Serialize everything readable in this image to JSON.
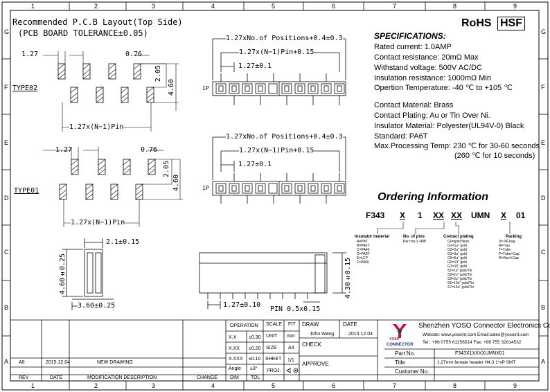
{
  "border": {
    "cols": [
      "1",
      "2",
      "3",
      "4",
      "5",
      "6",
      "7",
      "8",
      "9"
    ],
    "rows": [
      "G",
      "F",
      "E",
      "D",
      "C",
      "B",
      "A"
    ]
  },
  "pcb": {
    "title_line1": "Recommended P.C.B Layout(Top Side)",
    "title_line2": "(PCB BOARD TOLERANCE±0.05)",
    "type02": "TYPE02",
    "type01": "TYPE01",
    "dim_127": "1.27",
    "dim_076": "0.76",
    "dim_205": "2.05",
    "dim_460": "4.60",
    "dim_pin": "1.27x(N−1)Pin"
  },
  "front": {
    "positions": "1.27xNo.of Positions+0.4±0.3",
    "pin": "1.27x(N−1)Pin+0.15",
    "d01": "1.27±0.1",
    "label_1p": "1P"
  },
  "side": {
    "d21": "2.1±0.15",
    "d460": "4.60±0.25",
    "d360": "3.60±0.25",
    "d430": "4.30±0.15",
    "d127": "1.27±0.10",
    "pin": "PIN  0.5x0.15"
  },
  "specs": {
    "rohs": "RoHS",
    "hsf": "HSF",
    "heading": "SPECIFICATIONS:",
    "lines": [
      "Rated current: 1.0AMP",
      "Contact resistance: 20mΩ Max",
      "Withstand voltage: 500V AC/DC",
      "Insulation resistance: 1000mΩ Min",
      "Opertion Temperature: -40 ℃  to +105 ℃"
    ],
    "lines2": [
      "Contact Material: Brass",
      "Contact Plating: Au or Tin Over Ni.",
      "Insulator Material: Polyester(UL94V-0) Black",
      "Standard: PA6T",
      "Max.Processing Temp: 230 ℃  for 30-60 seconds",
      "(260 ℃  for 10 seconds)"
    ]
  },
  "ordering": {
    "title": "Ordering Information",
    "code": [
      "F343",
      "X",
      "1",
      "XX",
      "XX",
      "UMN",
      "X",
      "01"
    ],
    "insulator": {
      "title": "Insulator material",
      "items": [
        "A=PBT",
        "B=PA6T",
        "C=PA46",
        "D=PA9T",
        "E=LCP",
        "F=PA66"
      ]
    },
    "pins": {
      "title": "No. of pins",
      "items": [
        "Per row:1~40P"
      ]
    },
    "plating": {
      "title": "Contact plating",
      "items": [
        "G0=gold flash",
        "G1=1u\" gold",
        "G2=2u\" gold",
        "G3=3u\" gold",
        "G5=5u\" gold",
        "G6=10\" gold",
        "G7=15\" gold",
        "S1=1u\" gold/Tin",
        "S2=2u\" gold/Tin",
        "S3=3u\" gold/Tin",
        "S6=10u\" gold/Tin",
        "S7=15u\" gold/Tin"
      ]
    },
    "packing": {
      "title": "Packing",
      "items": [
        "0= PE bag",
        "A=Tray",
        "T=Tube",
        "P=Tube+Cap",
        "R=Reel+Cap"
      ]
    }
  },
  "titleblock": {
    "rev_row": {
      "rev": "A0",
      "date": "2015.12.04",
      "desc": "NEW DRAWING"
    },
    "headers": {
      "rev": "REV",
      "date": "DATE",
      "desc": "MODIFICATION DESCRIPTION",
      "change": "CHANGE"
    },
    "operation": "OPERATION",
    "scale": "SCALE",
    "fit": "FIT",
    "unit": "UNIT",
    "mm": "mm",
    "size": "SIZE",
    "a4": "A4",
    "sheet": "SHEET",
    "sheet_val": "1/1",
    "proj": "PROJ.",
    "tol_rows": [
      [
        "X.X",
        "±0.30"
      ],
      [
        "X.XX",
        "±0.20"
      ],
      [
        "X.XXX",
        "±0.10"
      ],
      [
        "Angle",
        "±3°"
      ]
    ],
    "dim": "DIM",
    "tol": "TOL",
    "draw": "DRAW",
    "draw_name": "John Wang",
    "date_label": "DATE",
    "draw_date": "2015.12.04",
    "check": "CHECK",
    "approve": "APPROVE",
    "company": "Shenzhen YOSO Connector Electronics Co., LTD",
    "website": "Website: www.yosoint.com  Email:sales@yosoint.com",
    "tel": "Tel.: +86 0755 61256514   Fax: +86 755 32814532",
    "logo_text": "YOSO",
    "logo_sub": "CONNECTOR",
    "partno_label": "Part No.",
    "partno": "F343X1XXXXUMNX01",
    "title_label": "Title",
    "title": "1.27mm female header H4.3 1*xP  SMT",
    "customer_label": "Customer No."
  }
}
